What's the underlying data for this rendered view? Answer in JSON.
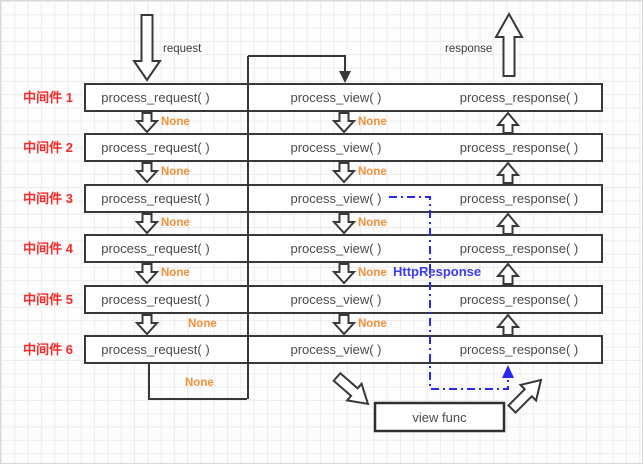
{
  "diagram_title": "django-middleware-flow",
  "rows": [
    {
      "label": "中间件 1",
      "request": "process_request( )",
      "view": "process_view( )",
      "response": "process_response( )"
    },
    {
      "label": "中间件 2",
      "request": "process_request( )",
      "view": "process_view( )",
      "response": "process_response( )"
    },
    {
      "label": "中间件 3",
      "request": "process_request( )",
      "view": "process_view( )",
      "response": "process_response( )"
    },
    {
      "label": "中间件 4",
      "request": "process_request( )",
      "view": "process_view( )",
      "response": "process_response( )"
    },
    {
      "label": "中间件 5",
      "request": "process_request( )",
      "view": "process_view( )",
      "response": "process_response( )"
    },
    {
      "label": "中间件 6",
      "request": "process_request( )",
      "view": "process_view( )",
      "response": "process_response( )"
    }
  ],
  "annotations": {
    "request": "request",
    "response": "response",
    "none": "None",
    "http_response": "HttpResponse",
    "view_func": "view func"
  },
  "icons": {
    "request-arrow": "hollow-arrow-down",
    "response-arrow": "hollow-arrow-up",
    "gap-arrows-down": "hollow-arrow-down-small",
    "gap-arrows-up": "hollow-arrow-up-small",
    "to-view-func-arrow": "hollow-arrow-down-right",
    "from-view-func-arrow": "hollow-arrow-up-right",
    "http-response-shortcut": "blue-dash-dot-line-with-arrow"
  },
  "colors": {
    "middleware_label": "#fa2a2a",
    "none_label": "#f2913c",
    "http_response": "#3b3bf0",
    "box_border": "#383838",
    "box_text": "#4a4a4a",
    "shortcut_blue": "#2828ee"
  }
}
